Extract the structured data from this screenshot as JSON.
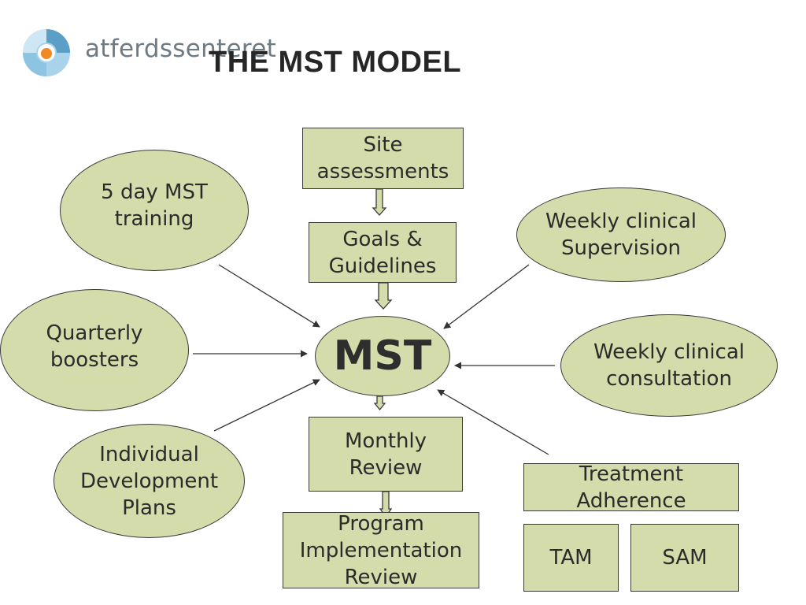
{
  "header": {
    "logo_text": "atferdssenteret",
    "title": "THE MST MODEL"
  },
  "nodes": {
    "site_assessments": "Site\nassessments",
    "goals_guidelines": "Goals &\nGuidelines",
    "mst": "MST",
    "monthly_review": "Monthly\nReview",
    "program_review": "Program\nImplementation\nReview",
    "training": "5 day MST\ntraining",
    "boosters": "Quarterly\nboosters",
    "idp": "Individual\nDevelopment\nPlans",
    "supervision": "Weekly clinical\nSupervision",
    "consultation": "Weekly clinical\nconsultation",
    "treatment_adherence": "Treatment\nAdherence",
    "tam": "TAM",
    "sam": "SAM"
  },
  "colors": {
    "node_fill": "#d3dcaa",
    "node_border": "#3a3a3a",
    "logo_blue": "#6fa9c9",
    "logo_orange": "#f08a24"
  }
}
